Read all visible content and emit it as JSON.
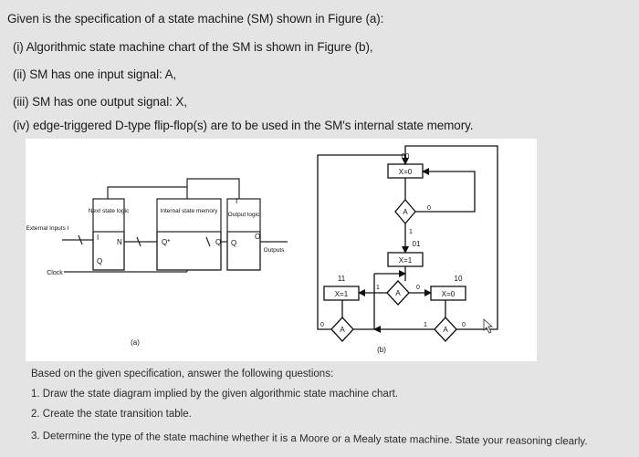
{
  "intro": {
    "line1": "Given is the specification of a state machine (SM) shown in Figure (a):",
    "line2": "(i) Algorithmic state machine chart of the SM is shown in Figure (b),",
    "line3": "(ii) SM has one input signal: A,",
    "line4": "(iii) SM has one output signal: X,",
    "line5": "(iv) edge-triggered D-type flip-flop(s) are to be used in the SM's internal state memory."
  },
  "figure_a": {
    "caption": "(a)",
    "external_inputs": "External Inputs I",
    "clock": "Clock",
    "next_state_logic": "Next state logic",
    "internal_state_memory": "Internal state memory",
    "output_logic": "Output logic",
    "outputs": "Outputs",
    "sig_I": "I",
    "sig_Q": "Q",
    "sig_N": "N",
    "sig_Qstar": "Q*",
    "sig_Q2": "Q",
    "sig_Q3": "Q",
    "sig_O": "O",
    "sig_I2": "I"
  },
  "figure_b": {
    "caption": "(b)",
    "code_00": "00",
    "state_00_output": "X=0",
    "decision_A1": "A",
    "branch_A1_0": "0",
    "branch_A1_1": "1",
    "code_01": "01",
    "state_01_output": "X=1",
    "code_11": "11",
    "state_11_output": "X=1",
    "decision_A2": "A",
    "branch_A2_1": "1",
    "branch_A2_0": "0",
    "code_10": "10",
    "state_10_output": "X=0",
    "decision_A3": "A",
    "branch_A3_0": "0",
    "decision_A4": "A",
    "branch_A4_1": "1",
    "branch_A4_0": "0"
  },
  "questions": {
    "intro": "Based on the given specification, answer the following questions:",
    "q1": "1. Draw the state diagram implied by the given algorithmic state machine chart.",
    "q2": "2. Create the state transition table.",
    "q3": "3. Determine the type of the state machine whether it is a Moore or a Mealy state machine. State your reasoning clearly."
  }
}
